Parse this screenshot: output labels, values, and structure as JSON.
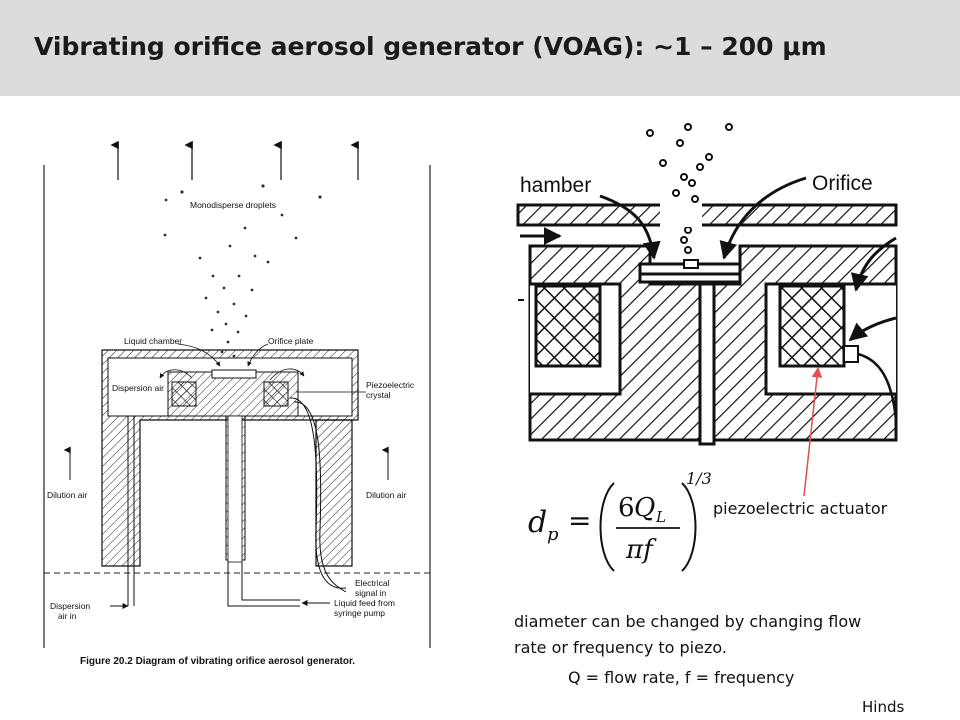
{
  "header": {
    "title": "Vibrating orifice aerosol generator (VOAG): ~1 – 200 μm"
  },
  "left_figure": {
    "labels": {
      "droplets": "Monodisperse droplets",
      "liquid_chamber": "Liquid chamber",
      "orifice_plate": "Orifice plate",
      "dispersion_air": "Dispersion air",
      "piezo_line1": "Piezoelectric",
      "piezo_line2": "crystal",
      "dilution_left": "Dilution air",
      "dilution_right": "Dilution air",
      "disp_in_line1": "Dispersion",
      "disp_in_line2": "air in",
      "signal_line1": "Electrical",
      "signal_line2": "signal in",
      "feed_line1": "Liquid feed from",
      "feed_line2": "syringe pump"
    },
    "caption": "Figure 20.2   Diagram of vibrating orifice aerosol generator."
  },
  "right_figure": {
    "label_chamber": "hamber",
    "label_orifice": "Orifice",
    "piezo_label": "piezoelectric actuator"
  },
  "equation": {
    "lhs_var": "d",
    "lhs_sub": "p",
    "equals": "=",
    "num_coef": "6",
    "num_var": "Q",
    "num_sub": "L",
    "den": "πf",
    "exponent": "1/3"
  },
  "notes": {
    "line1": "diameter can be changed by changing flow",
    "line2": "rate or frequency to piezo.",
    "line3": "Q = flow rate,   f = frequency"
  },
  "credit": "Hinds",
  "colors": {
    "header_bg": "#dcdcdc",
    "pointer": "#e05050"
  }
}
